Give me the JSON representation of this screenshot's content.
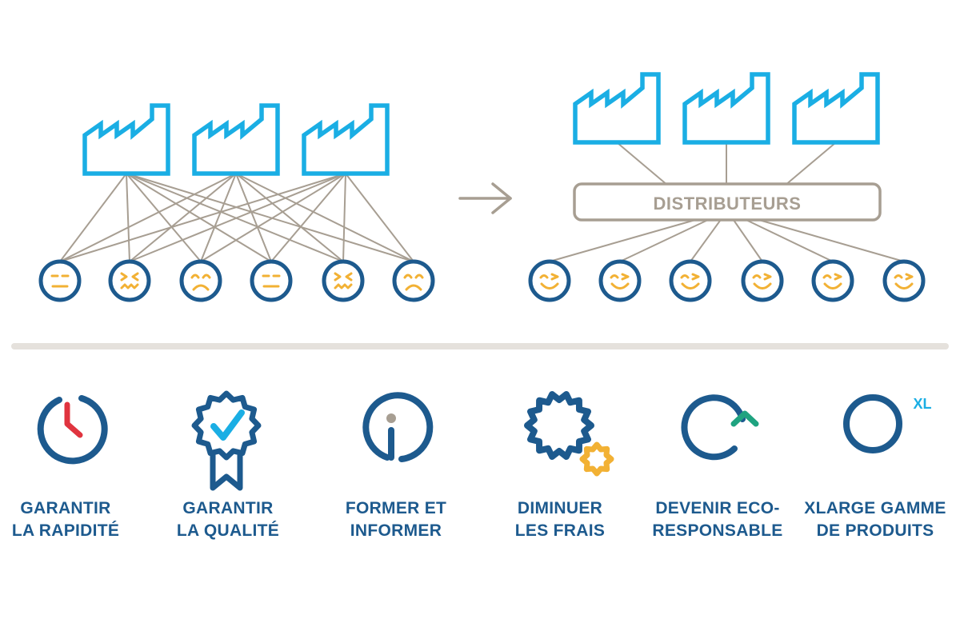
{
  "colors": {
    "factory": "#1aaee4",
    "line": "#a79e92",
    "face_outline": "#1d5a8e",
    "face_feature": "#f2b134",
    "icon_primary": "#1d5a8e",
    "clock_hand": "#e0343f",
    "check": "#1aaee4",
    "info_dot": "#a79e92",
    "gear_small": "#f2b134",
    "eco_arrow": "#1fa380",
    "label": "#1d5a8e",
    "divider": "#e5e1dc"
  },
  "before": {
    "factories": 3,
    "customers": [
      {
        "mood": "neutral"
      },
      {
        "mood": "frustrated"
      },
      {
        "mood": "sad"
      },
      {
        "mood": "neutral"
      },
      {
        "mood": "frustrated"
      },
      {
        "mood": "sad"
      }
    ]
  },
  "after": {
    "factories": 3,
    "distributor_label": "DISTRIBUTEURS",
    "customers": [
      {
        "mood": "happy"
      },
      {
        "mood": "happy"
      },
      {
        "mood": "happy"
      },
      {
        "mood": "happy"
      },
      {
        "mood": "happy"
      },
      {
        "mood": "happy"
      }
    ]
  },
  "benefits": [
    {
      "icon": "clock-icon",
      "line1": "GARANTIR",
      "line2": "LA RAPIDITÉ"
    },
    {
      "icon": "quality-badge-icon",
      "line1": "GARANTIR",
      "line2": "LA QUALITÉ"
    },
    {
      "icon": "info-icon",
      "line1": "FORMER ET",
      "line2": "INFORMER"
    },
    {
      "icon": "gears-icon",
      "line1": "DIMINUER",
      "line2": "LES FRAIS"
    },
    {
      "icon": "eco-cycle-icon",
      "line1": "DEVENIR ECO-",
      "line2": "RESPONSABLE"
    },
    {
      "icon": "xl-range-icon",
      "line1": "XLARGE GAMME",
      "line2": "DE PRODUITS",
      "badge": "XL"
    }
  ]
}
